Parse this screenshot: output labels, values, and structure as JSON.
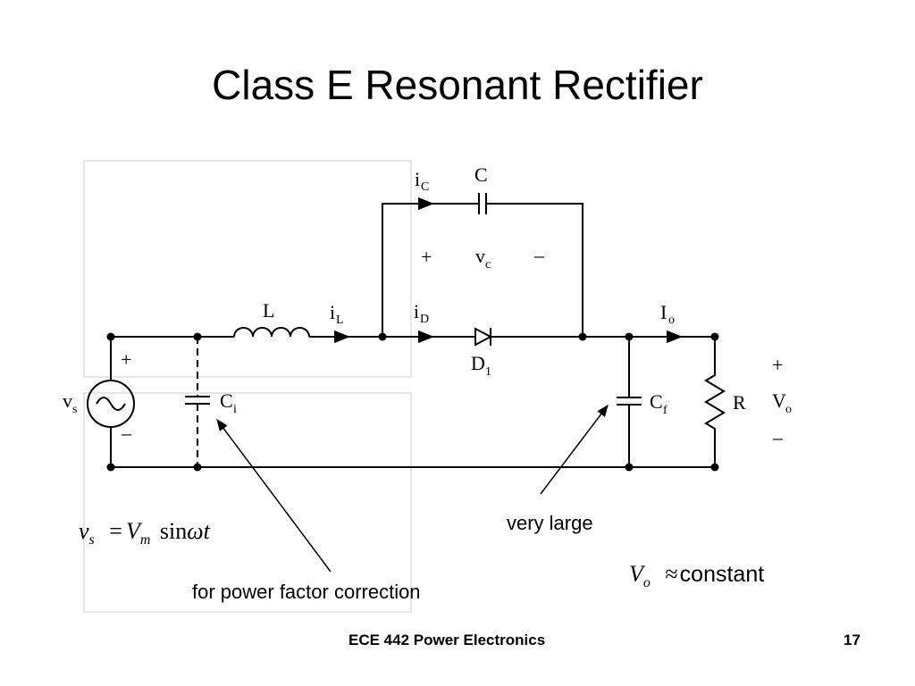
{
  "slide": {
    "title": "Class E Resonant Rectifier",
    "footer_left": "ECE 442 Power Electronics",
    "page_number": "17"
  },
  "circuit": {
    "labels": {
      "L": "L",
      "iL": "i",
      "iL_sub": "L",
      "iC": "i",
      "iC_sub": "C",
      "C": "C",
      "vc": "v",
      "vc_sub": "c",
      "vc_plus": "+",
      "vc_minus": "–",
      "iD": "i",
      "iD_sub": "D",
      "D1": "D",
      "D1_sub": "1",
      "Io": "I",
      "Io_sub": "o",
      "Ci": "C",
      "Ci_sub": "i",
      "Cf": "C",
      "Cf_sub": "f",
      "R": "R",
      "vs": "v",
      "vs_sub": "s",
      "vs_plus": "+",
      "vs_minus": "–",
      "Vo": "V",
      "Vo_sub": "o",
      "Vo_plus": "+",
      "Vo_minus": "–"
    }
  },
  "annotations": {
    "very_large": "very large",
    "pf_correction": "for power factor correction"
  },
  "equations": {
    "vs_eq": {
      "lhs": "v",
      "lhs_sub": "s",
      "eq": "=",
      "V": "V",
      "V_sub": "m",
      "fn": "sin",
      "arg": "ωt"
    },
    "vo_eq": {
      "V": "V",
      "V_sub": "o",
      "approx": "≈",
      "text": "constant"
    }
  }
}
